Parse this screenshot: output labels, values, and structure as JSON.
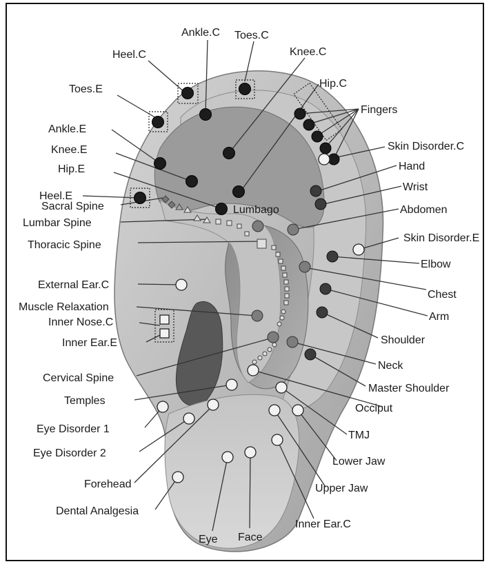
{
  "labels": {
    "ankle_c": "Ankle.C",
    "toes_c": "Toes.C",
    "heel_c": "Heel.C",
    "knee_c": "Knee.C",
    "toes_e": "Toes.E",
    "hip_c": "Hip.C",
    "fingers": "Fingers",
    "ankle_e": "Ankle.E",
    "skin_disorder_c": "Skin Disorder.C",
    "knee_e": "Knee.E",
    "hand": "Hand",
    "hip_e": "Hip.E",
    "wrist": "Wrist",
    "heel_e": "Heel.E",
    "lumbago": "Lumbago",
    "sacral_spine": "Sacral Spine",
    "abdomen": "Abdomen",
    "lumbar_spine": "Lumbar Spine",
    "skin_disorder_e": "Skin Disorder.E",
    "thoracic_spine": "Thoracic Spine",
    "elbow": "Elbow",
    "external_ear_c": "External Ear.C",
    "chest": "Chest",
    "muscle_relaxation": "Muscle Relaxation",
    "arm": "Arm",
    "inner_nose_c": "Inner Nose.C",
    "shoulder": "Shoulder",
    "inner_ear_e": "Inner Ear.E",
    "neck": "Neck",
    "cervical_spine": "Cervical Spine",
    "master_shoulder": "Master Shoulder",
    "temples": "Temples",
    "occiput": "Occiput",
    "eye_disorder_1": "Eye Disorder 1",
    "tmj": "TMJ",
    "eye_disorder_2": "Eye Disorder 2",
    "lower_jaw": "Lower Jaw",
    "forehead": "Forehead",
    "upper_jaw": "Upper Jaw",
    "dental_analgesia": "Dental Analgesia",
    "inner_ear_c": "Inner Ear.C",
    "eye": "Eye",
    "face": "Face"
  },
  "colors": {
    "dark_point": "#1c1c1c",
    "mid_point": "#7d7d7d",
    "light_point": "#f2f2f2",
    "ear_outer": "#b9b9b9",
    "ear_inner": "#9a9a9a",
    "ear_shadow": "#6d6d6d"
  }
}
